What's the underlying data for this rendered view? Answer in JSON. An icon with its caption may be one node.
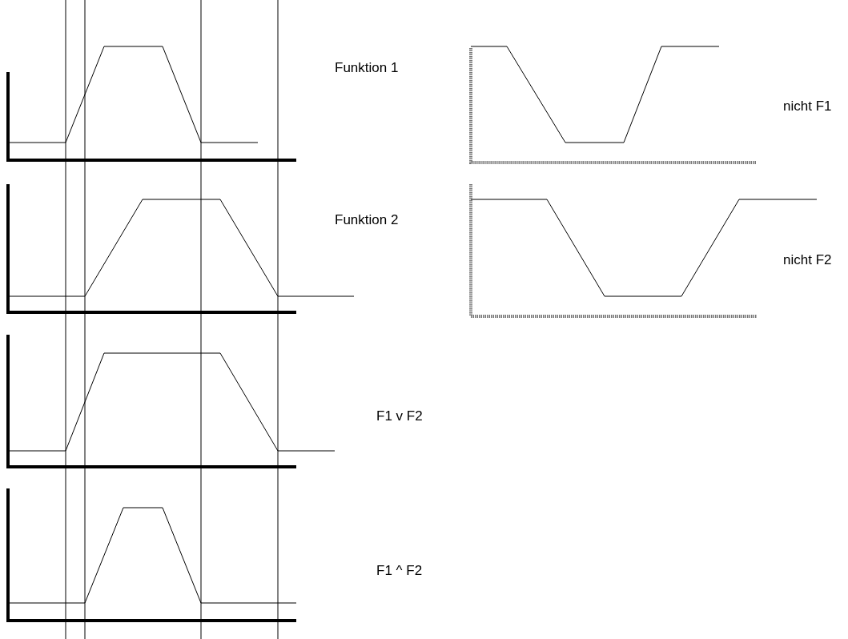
{
  "diagram": {
    "labels": [
      "Funktion 1",
      "nicht F1",
      "Funktion 2",
      "nicht F2",
      "F1 v F2",
      "F1 ^ F2"
    ]
  }
}
